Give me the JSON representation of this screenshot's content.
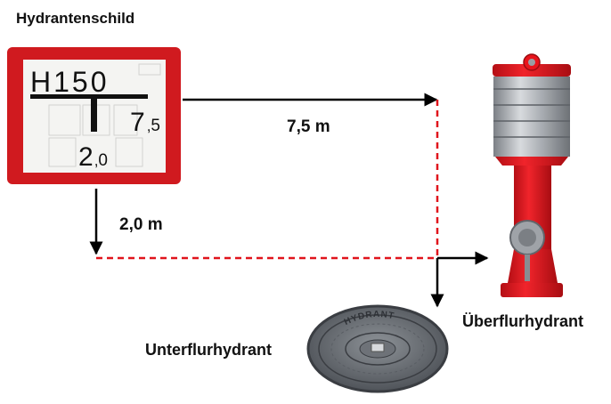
{
  "labels": {
    "sign_title": "Hydrantenschild",
    "distance_horizontal": "7,5 m",
    "distance_vertical": "2,0 m",
    "overground_hydrant": "Überflurhydrant",
    "underground_hydrant": "Unterflurhydrant"
  },
  "sign": {
    "type_letter": "H",
    "diameter": "150",
    "right_distance_main": "7",
    "right_distance_sub": "5",
    "down_distance_main": "2",
    "down_distance_sub": "0"
  },
  "cover_text": "HYDRANT",
  "colors": {
    "sign_border": "#d01a1f",
    "sign_face": "#f4f4f2",
    "hydrant_red": "#e8141c",
    "hydrant_dark_red": "#b50f15",
    "steel": "#b8bcc0",
    "steel_dark": "#7c8086",
    "cover_dark": "#4a4e54",
    "cover_light": "#8d9297",
    "dashed_line": "#e0141c",
    "arrow": "#000000",
    "text": "#111111"
  },
  "icons": {
    "sign": "hydrant-sign-icon",
    "overground": "overground-hydrant-icon",
    "underground": "manhole-cover-icon"
  }
}
